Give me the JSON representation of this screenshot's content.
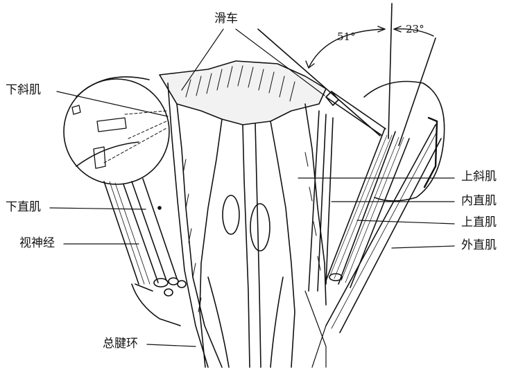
{
  "labels": {
    "trochlea": "滑车",
    "inferior_oblique": "下斜肌",
    "inferior_rectus": "下直肌",
    "optic_nerve": "视神经",
    "annulus": "总腱环",
    "superior_oblique": "上斜肌",
    "medial_rectus": "内直肌",
    "superior_rectus": "上直肌",
    "lateral_rectus": "外直肌"
  },
  "angles": {
    "left": "51°",
    "right": "23°"
  }
}
